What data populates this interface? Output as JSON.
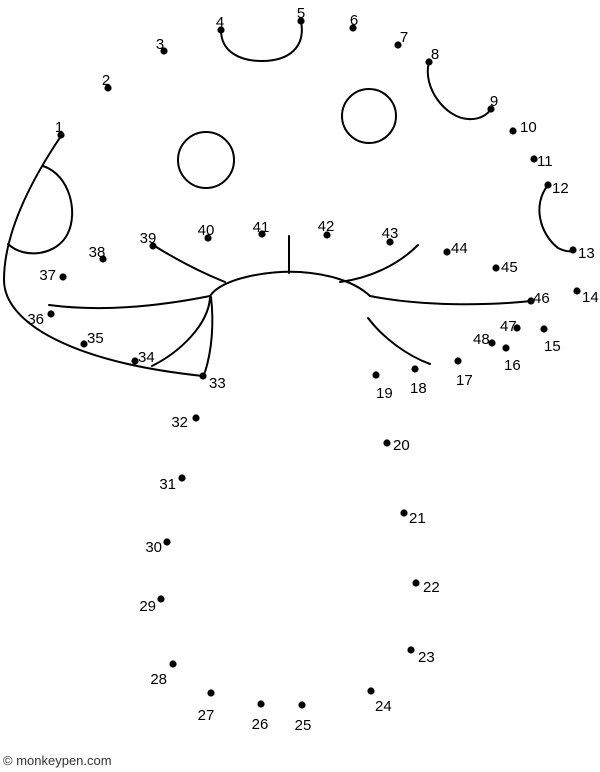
{
  "colors": {
    "ink": "#000000",
    "background": "#ffffff",
    "credit": "#333333"
  },
  "credit": "© monkeypen.com",
  "dots": [
    "1",
    "2",
    "3",
    "4",
    "5",
    "6",
    "7",
    "8",
    "9",
    "10",
    "11",
    "12",
    "13",
    "14",
    "15",
    "16",
    "17",
    "18",
    "19",
    "20",
    "21",
    "22",
    "23",
    "24",
    "25",
    "26",
    "27",
    "28",
    "29",
    "30",
    "31",
    "32",
    "33",
    "34",
    "35",
    "36",
    "37",
    "38",
    "39",
    "40",
    "41",
    "42",
    "43",
    "44",
    "45",
    "46",
    "47",
    "48"
  ]
}
